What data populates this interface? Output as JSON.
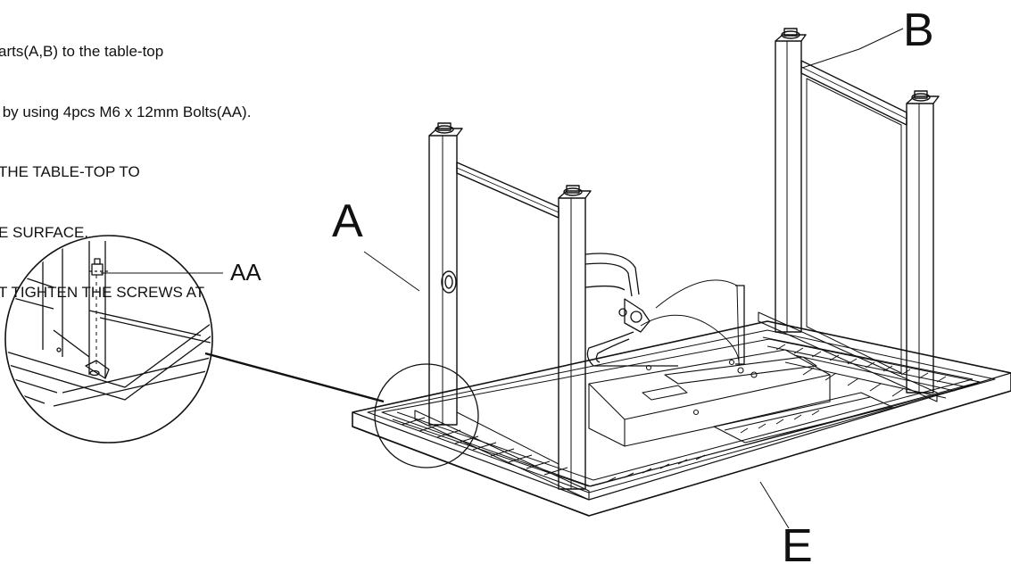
{
  "instructions": {
    "lines": [
      "arts(A,B) to the table-top",
      " by using 4pcs M6 x 12mm Bolts(AA).",
      "THE TABLE-TOP TO",
      "E SURFACE.",
      "T TIGHTEN THE SCREWS AT"
    ]
  },
  "labels": {
    "part_a": "A",
    "part_b": "B",
    "part_e": "E",
    "bolt_aa": "AA"
  },
  "colors": {
    "line": "#111111",
    "background": "#ffffff"
  }
}
